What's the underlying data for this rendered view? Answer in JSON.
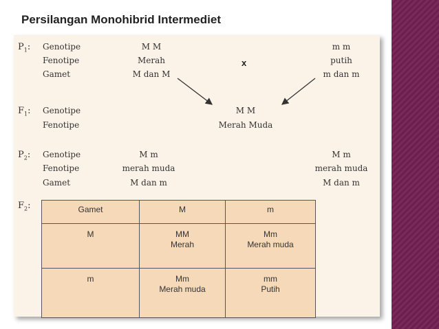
{
  "title": "Persilangan Monohibrid Intermediet",
  "p1": {
    "gen_label": "P",
    "gen_sub": "1",
    "rows": [
      {
        "label": "Genotipe",
        "left": "M M",
        "right": "m m"
      },
      {
        "label": "Fenotipe",
        "left": "Merah",
        "right": "putih"
      },
      {
        "label": "Gamet",
        "left": "M dan M",
        "right": "m dan m"
      }
    ],
    "cross_symbol": "x"
  },
  "f1": {
    "gen_label": "F",
    "gen_sub": "1",
    "rows": [
      {
        "label": "Genotipe",
        "value": "M M"
      },
      {
        "label": "Fenotipe",
        "value": "Merah Muda"
      }
    ]
  },
  "p2": {
    "gen_label": "P",
    "gen_sub": "2",
    "rows": [
      {
        "label": "Genotipe",
        "left": "M m",
        "right": "M m"
      },
      {
        "label": "Fenotipe",
        "left": "merah muda",
        "right": "merah muda"
      },
      {
        "label": "Gamet",
        "left": "M dan m",
        "right": "M dan m"
      }
    ]
  },
  "f2": {
    "gen_label": "F",
    "gen_sub": "2",
    "table": {
      "header": [
        "Gamet",
        "M",
        "m"
      ],
      "rows": [
        {
          "gamete": "m_upper",
          "label": "M",
          "cells": [
            [
              "MM",
              "Merah"
            ],
            [
              "Mm",
              "Merah muda"
            ]
          ]
        },
        {
          "gamete": "m_lower",
          "label": "m",
          "cells": [
            [
              "Mm",
              "Merah muda"
            ],
            [
              "mm",
              "Putih"
            ]
          ]
        }
      ]
    }
  },
  "colors": {
    "panel": "#fbf2e8",
    "table_fill": "#f6d9b9",
    "side_bar": "#6b1f4d"
  }
}
